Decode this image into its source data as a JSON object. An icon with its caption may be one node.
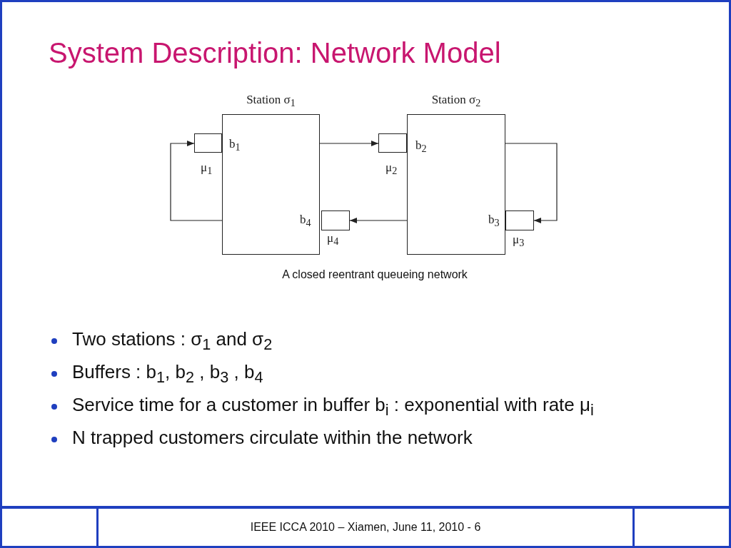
{
  "diagram": {
    "title": "System Description: Network Model",
    "caption": "A closed reentrant queueing network",
    "nodes": [
      {
        "text": [
          "Station σ$_{1}$"
        ]
      },
      {
        "text": [],
        "shape": "box",
        "beside": [
          "μ$_{1}$"
        ]
      },
      {
        "text": [],
        "shape": "box",
        "beside": [
          "μ$_{4}$"
        ]
      },
      {
        "text": [
          "Station σ$_{2}$"
        ]
      },
      {
        "text": [],
        "shape": "box",
        "beside": [
          "μ$_{2}$"
        ]
      },
      {
        "text": [],
        "shape": "box",
        "beside": [
          "μ$_{3}$"
        ]
      }
    ],
    "edges": [
      {
        "from": 0,
        "to": 4,
        "arrow": "to"
      },
      {
        "from": 3,
        "to": 5,
        "arrow": "to"
      },
      {
        "from": 3,
        "to": 2,
        "arrow": "to"
      },
      {
        "from": 0,
        "to": 1,
        "arrow": "to"
      }
    ],
    "labels": [
      "b$_{1}$",
      "b$_{2}$",
      "b$_{4}$",
      "b$_{3}$",
      "Two stations : σ$_{1}$ and σ$_{2}$",
      "Buffers : b$_{1}$, b$_{2}$ , b$_{3}$ , b$_{4}$",
      "Service time for a customer in buffer b$_{i}$ : exponential with rate μ$_{i}$",
      "N trapped customers circulate within the network",
      "IEEE ICCA 2010 – Xiamen, June 11, 2010 - 6"
    ]
  }
}
